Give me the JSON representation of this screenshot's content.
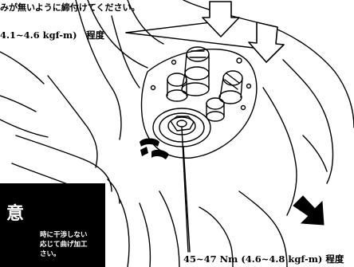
{
  "labels": {
    "top_caption": "みが無いように締付けてください。",
    "top_torque": "4.1~4.6 kgf-m)　程度",
    "bottom_torque": "45~47 Nm (4.6~4.8 kgf-m) 程度"
  },
  "note": {
    "title": "意",
    "lines": [
      "時に干渉しない",
      "応じて曲げ加工",
      "さい。"
    ]
  },
  "colors": {
    "line": "#000000",
    "background": "#ffffff",
    "note_fill": "#000000",
    "note_text": "#ffffff"
  }
}
